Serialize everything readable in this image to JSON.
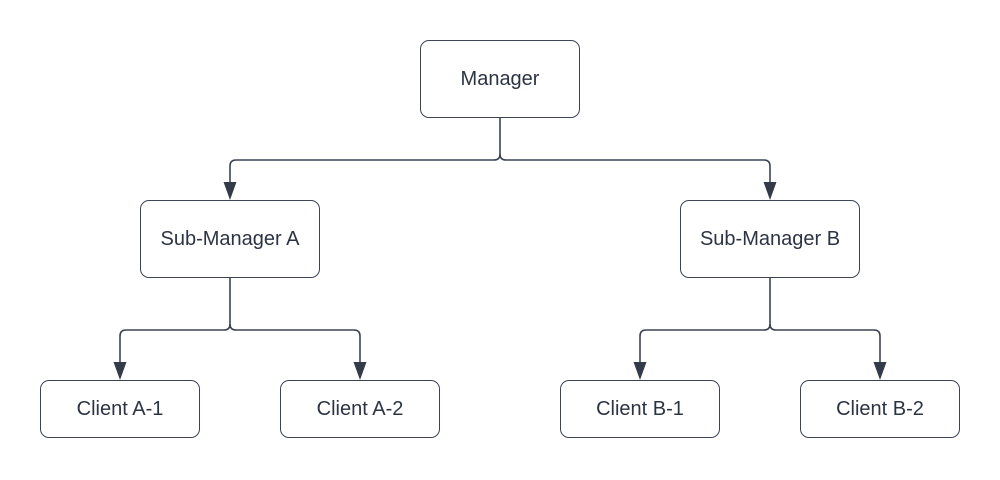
{
  "diagram": {
    "type": "org-chart-tree",
    "nodes": [
      {
        "id": "manager",
        "label": "Manager",
        "level": 1
      },
      {
        "id": "sub-a",
        "label": "Sub-Manager A",
        "level": 2
      },
      {
        "id": "sub-b",
        "label": "Sub-Manager B",
        "level": 2
      },
      {
        "id": "client-a1",
        "label": "Client A-1",
        "level": 3
      },
      {
        "id": "client-a2",
        "label": "Client A-2",
        "level": 3
      },
      {
        "id": "client-b1",
        "label": "Client B-1",
        "level": 3
      },
      {
        "id": "client-b2",
        "label": "Client B-2",
        "level": 3
      }
    ],
    "edges": [
      {
        "from": "Manager",
        "to": "Sub-Manager A",
        "arrow": "filled-triangle-down"
      },
      {
        "from": "Manager",
        "to": "Sub-Manager B",
        "arrow": "filled-triangle-down"
      },
      {
        "from": "Sub-Manager A",
        "to": "Client A-1",
        "arrow": "filled-triangle-down"
      },
      {
        "from": "Sub-Manager A",
        "to": "Client A-2",
        "arrow": "filled-triangle-down"
      },
      {
        "from": "Sub-Manager B",
        "to": "Client B-1",
        "arrow": "filled-triangle-down"
      },
      {
        "from": "Sub-Manager B",
        "to": "Client B-2",
        "arrow": "filled-triangle-down"
      }
    ],
    "colors": {
      "background": "#ffffff",
      "node_fill": "#ffffff",
      "node_border": "#3c4454",
      "edge_stroke": "#3c4454",
      "arrowhead_fill": "#333b49",
      "text": "#2c3443"
    }
  }
}
